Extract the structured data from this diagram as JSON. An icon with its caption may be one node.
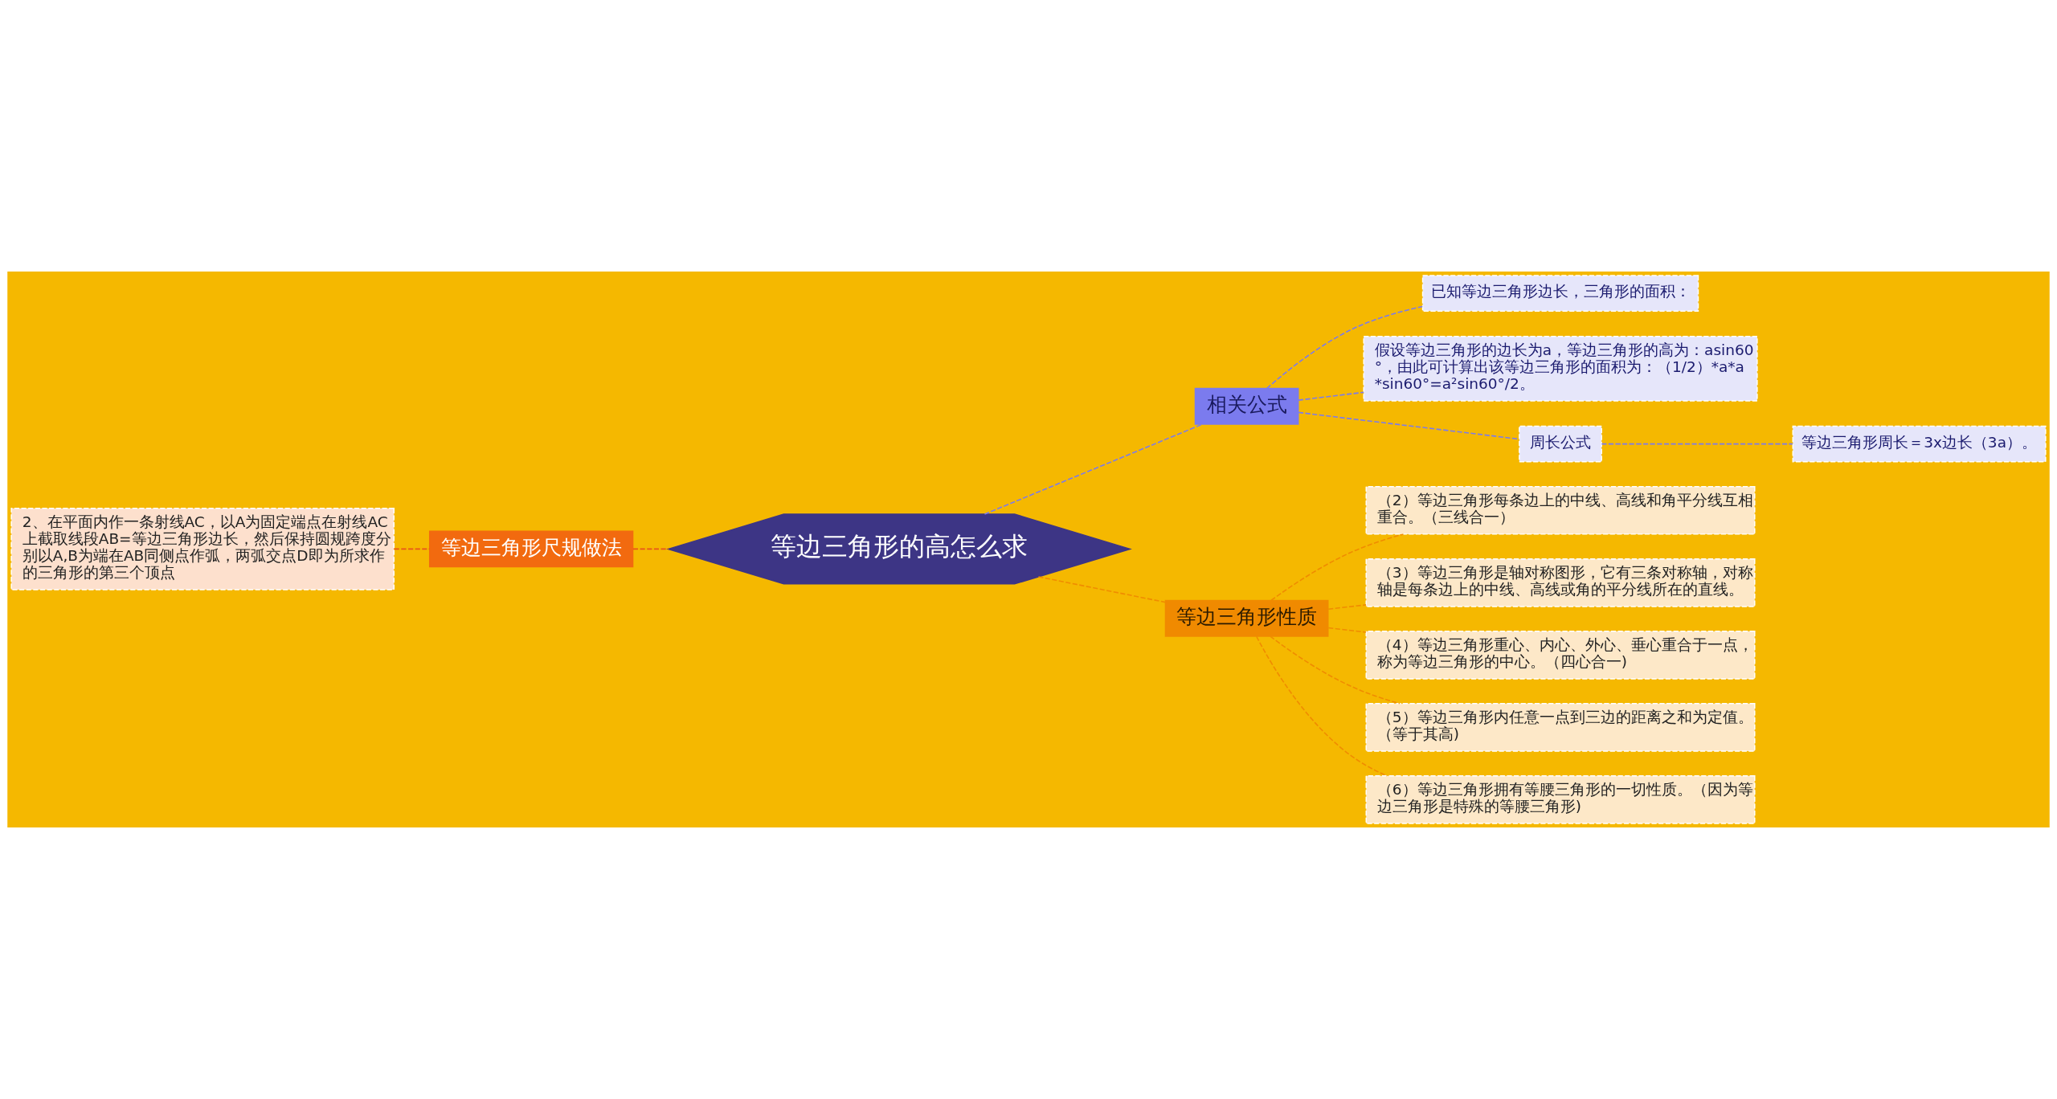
{
  "diagram": {
    "nodes": [
      {
        "text": [
          "等边三角形的高怎么求"
        ]
      },
      {
        "text": [
          "等边三角形尺规做法"
        ]
      },
      {
        "text": [
          "2、在平面内作一条射线AC，以A为固定端点在射线AC上截取线段AB=等边三角形边长，然后保持圆规跨度分别以A,B为端在AB同侧点作弧，两弧交点D即为所求作的三角形的第三个顶点"
        ]
      },
      {
        "text": [
          "相关公式"
        ]
      },
      {
        "text": [
          "已知等边三角形边长，三角形的面积："
        ]
      },
      {
        "text": [
          "假设等边三角形的边长为a，等边三角形的高为：asin60°，由此可计算出该等边三角形的面积为：（1/2）*a*a*sin60°=a²sin60°/2。"
        ]
      },
      {
        "text": [
          "周长公式"
        ]
      },
      {
        "text": [
          "等边三角形周长＝3x边长（3a）。"
        ]
      },
      {
        "text": [
          "等边三角形性质"
        ]
      },
      {
        "text": [
          "（2）等边三角形每条边上的中线、高线和角平分线互相重合。（三线合一）"
        ]
      },
      {
        "text": [
          "（3）等边三角形是轴对称图形，它有三条对称轴，对称轴是每条边上的中线、高线或角的平分线所在的直线。"
        ]
      },
      {
        "text": [
          "（4）等边三角形重心、内心、外心、垂心重合于一点，称为等边三角形的中心。（四心合一)"
        ]
      },
      {
        "text": [
          "（5）等边三角形内任意一点到三边的距离之和为定值。（等于其高)"
        ]
      },
      {
        "text": [
          "（6）等边三角形拥有等腰三角形的一切性质。（因为等边三角形是特殊的等腰三角形)"
        ]
      }
    ],
    "edges": [
      {
        "from": 0,
        "to": 1,
        "arrow": "none",
        "style": "dashed",
        "color": "#e8541a"
      },
      {
        "from": 1,
        "to": 2,
        "arrow": "none",
        "style": "dashed",
        "color": "#e8541a"
      },
      {
        "from": 0,
        "to": 3,
        "arrow": "none",
        "style": "dashed",
        "color": "#7b7bee"
      },
      {
        "from": 3,
        "to": 4,
        "arrow": "none",
        "style": "dashed",
        "color": "#7b7bee"
      },
      {
        "from": 3,
        "to": 5,
        "arrow": "none",
        "style": "dashed",
        "color": "#7b7bee"
      },
      {
        "from": 3,
        "to": 6,
        "arrow": "none",
        "style": "dashed",
        "color": "#7b7bee"
      },
      {
        "from": 6,
        "to": 7,
        "arrow": "none",
        "style": "dashed",
        "color": "#7b7bee"
      },
      {
        "from": 0,
        "to": 8,
        "arrow": "none",
        "style": "dashed"
      },
      {
        "from": 8,
        "to": 9,
        "arrow": "none",
        "style": "dashed"
      },
      {
        "from": 8,
        "to": 10,
        "arrow": "none",
        "style": "dashed"
      },
      {
        "from": 8,
        "to": 11,
        "arrow": "none",
        "style": "dashed"
      },
      {
        "from": 8,
        "to": 12,
        "arrow": "none",
        "style": "dashed"
      },
      {
        "from": 8,
        "to": 13,
        "arrow": "none",
        "style": "dashed"
      }
    ]
  }
}
